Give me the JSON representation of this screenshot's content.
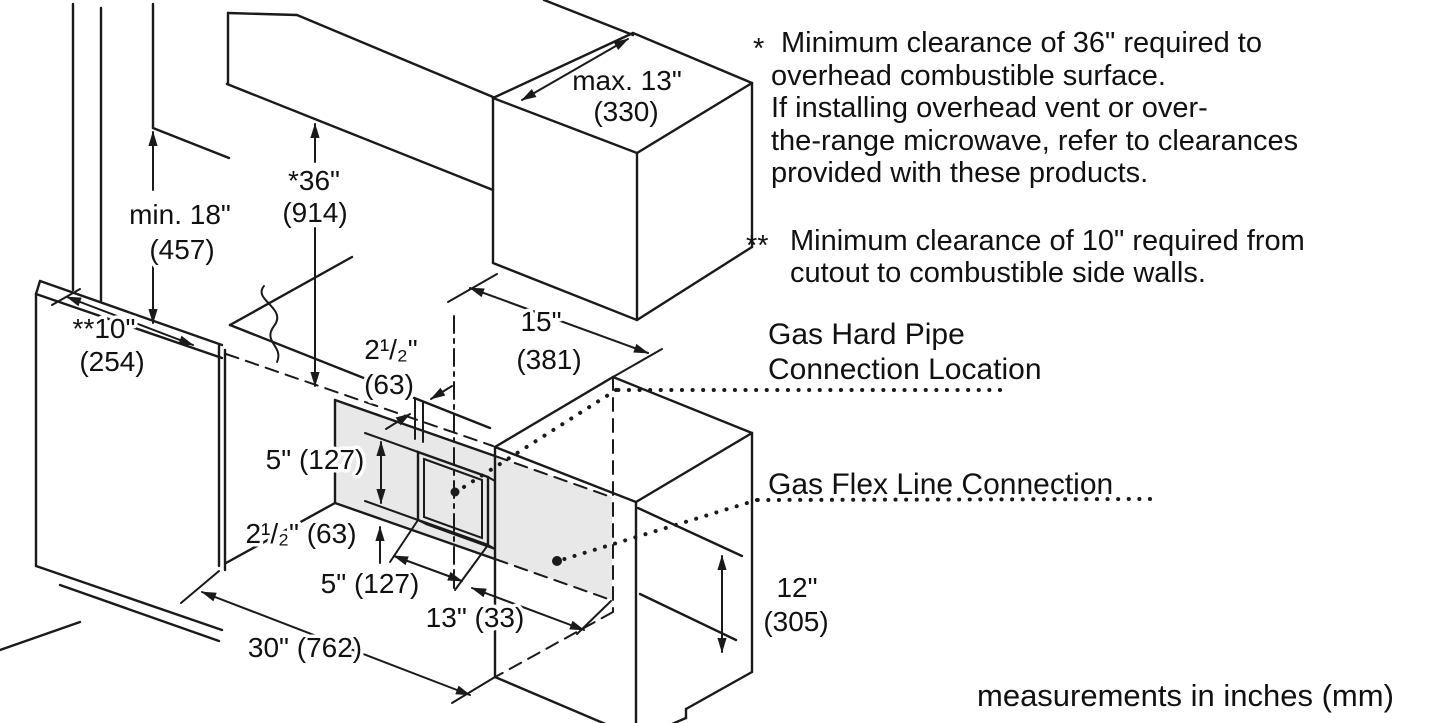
{
  "notes": {
    "note1": {
      "marker": "*",
      "line1": "Minimum clearance of 36\" required to",
      "line2": "overhead combustible surface.",
      "line3": "If installing overhead vent or over-",
      "line4": "the-range microwave, refer to clearances",
      "line5": "provided with these products."
    },
    "note2": {
      "marker": "**",
      "line1": "Minimum clearance of 10\" required from",
      "line2": "cutout to combustible side walls."
    }
  },
  "callouts": {
    "hard_pipe": {
      "line1": "Gas Hard Pipe",
      "line2": "Connection Location"
    },
    "flex_line": {
      "line1": "Gas Flex Line Connection"
    }
  },
  "dimensions": {
    "overhead_depth": {
      "line1": "max. 13\"",
      "line2": "(330)"
    },
    "min_clearance_18": {
      "line1": "min. 18\"",
      "line2": "(457)"
    },
    "clearance_36": {
      "line1": "*36\"",
      "line2": "(914)"
    },
    "side_clearance_10": {
      "line1": "**10\"",
      "line2": "(254)"
    },
    "right_offset_15": {
      "line1": "15\"",
      "line2": "(381)"
    },
    "top_offset_2_5": {
      "line1": "2¹/₂\"",
      "line2": "(63)"
    },
    "cutout_height_5": "5\" (127)",
    "bottom_offset_2_5": "2¹/₂\" (63)",
    "cutout_width_5": "5\" (127)",
    "offset_13": "13\" (33)",
    "width_30": "30\" (762)",
    "flex_height_12": {
      "line1": "12\"",
      "line2": "(305)"
    }
  },
  "footer": "measurements in inches (mm)",
  "colors": {
    "line": "#1a1a1a",
    "strip": "#e8e8e8",
    "cutout_face": "#c7c7c7",
    "background": "#ffffff",
    "text": "#111111"
  }
}
